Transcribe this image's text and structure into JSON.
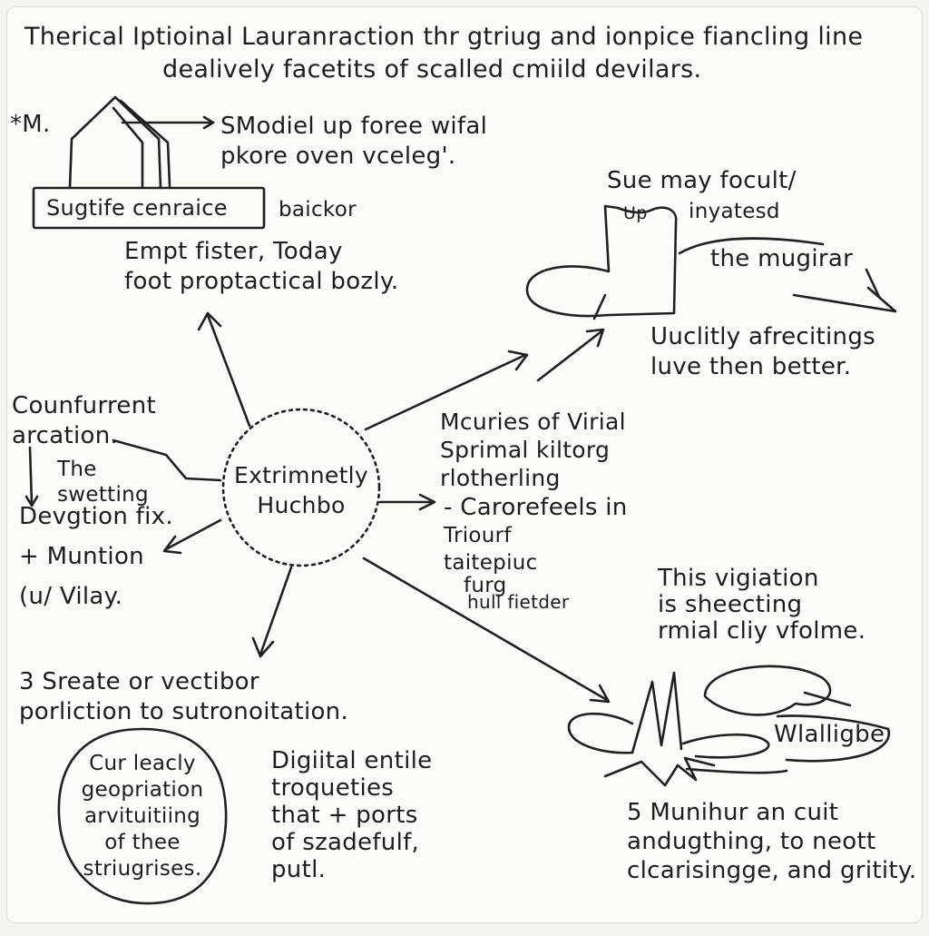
{
  "title": {
    "line1": "Therical Iptioinal Lauranraction thr gtriug and ionpice fiancling line",
    "line2": "dealively facetits of scalled cmiild devilars."
  },
  "hub": {
    "label": "Extrimnetly\nHuchbo"
  },
  "notes": {
    "m_mark": "*M.",
    "model": "SModiel up foree wifal\npkore oven vceleg'.",
    "boxed_label": "Sugtife cenraice",
    "backor": "baickor",
    "empt": "Empt fister, Today\nfoot proptactical bozly.",
    "sue": "Sue may focult/",
    "boot_tag": "Up",
    "inyatesd": "inyatesd",
    "mugirar": "the mugirar",
    "uuclitly": "Uuclitly afrecitings\nluve then better.",
    "counfurrent": "Counfurrent\narcation.",
    "the_swetting": "The\nswetting",
    "devgtion": "Devgtion fix.",
    "muntion": "+ Muntion",
    "vilay": "(u/ Vilay.",
    "mcuries": "Mcuries of Virial\nSprimal kiltorg\nrlotherling",
    "carorefeels": "- Carorefeels in",
    "triourf": "Triourf\ntaitepiuc",
    "furg": "furg",
    "hull_fietder": "hull fietder",
    "this_vigiation": "This vigiation\nis sheecting\nrmial cliy vfolme.",
    "sreate": "3 Sreate or vectibor\nporliction to sutronoitation.",
    "circle_note": "Cur leacly\ngeopriation\narvituitiing\nof thee\nstriugrises.",
    "digital": "Digiital entile\ntroqueties\nthat + ports\nof szadefulf,\nputl.",
    "walligbe": "Wlalligbe",
    "munihur": "5 Munihur an cuit\nandugthing, to neott\nclcarisingge, and gritity."
  }
}
